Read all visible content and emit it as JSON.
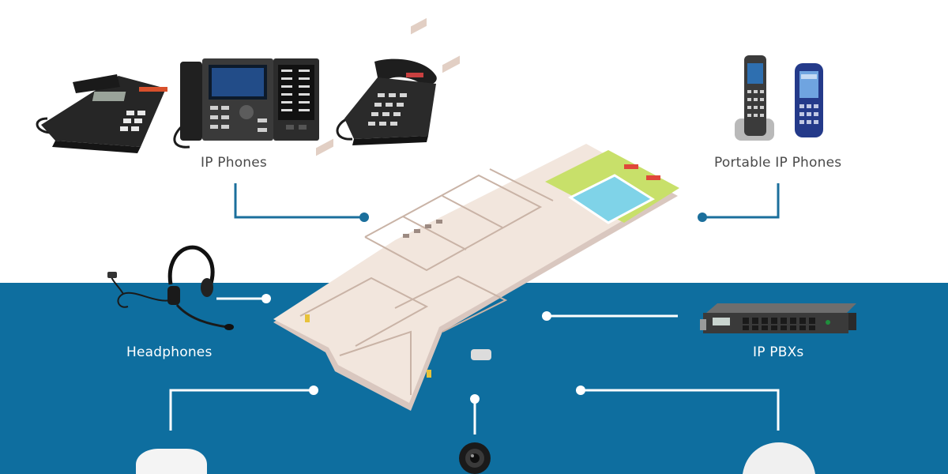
{
  "labels": {
    "ip_phones": "IP Phones",
    "portable_ip_phones": "Portable IP Phones",
    "headphones": "Headphones",
    "ip_pbxs": "IP PBXs"
  },
  "colors": {
    "top_background": "#ffffff",
    "bottom_background": "#0e6e9f",
    "connector_dark": "#1b6f9c",
    "connector_light": "#ffffff"
  },
  "icons": [
    "desk-phone-icon",
    "executive-ip-phone-icon",
    "hotel-phone-icon",
    "dect-handset-icon",
    "rugged-handset-icon",
    "headset-icon",
    "pbx-rack-icon",
    "hotel-building-icon",
    "access-point-icon",
    "camera-icon",
    "ceiling-speaker-icon"
  ]
}
